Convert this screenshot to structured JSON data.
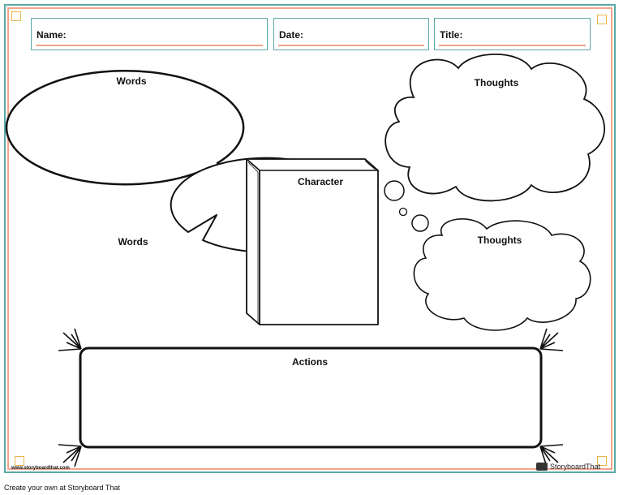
{
  "header": {
    "name_label": "Name:",
    "date_label": "Date:",
    "title_label": "Title:"
  },
  "panels": {
    "words_top": "Words",
    "words_bottom": "Words",
    "thoughts_top": "Thoughts",
    "thoughts_bottom": "Thoughts",
    "character": "Character",
    "actions": "Actions"
  },
  "footer": {
    "site": "www.storyboardthat.com",
    "brand": "StoryboardThat",
    "cta": "Create your own at Storyboard That"
  },
  "colors": {
    "teal": "#5aa9a7",
    "coral": "#f0a58a",
    "gold": "#e8b64a"
  }
}
